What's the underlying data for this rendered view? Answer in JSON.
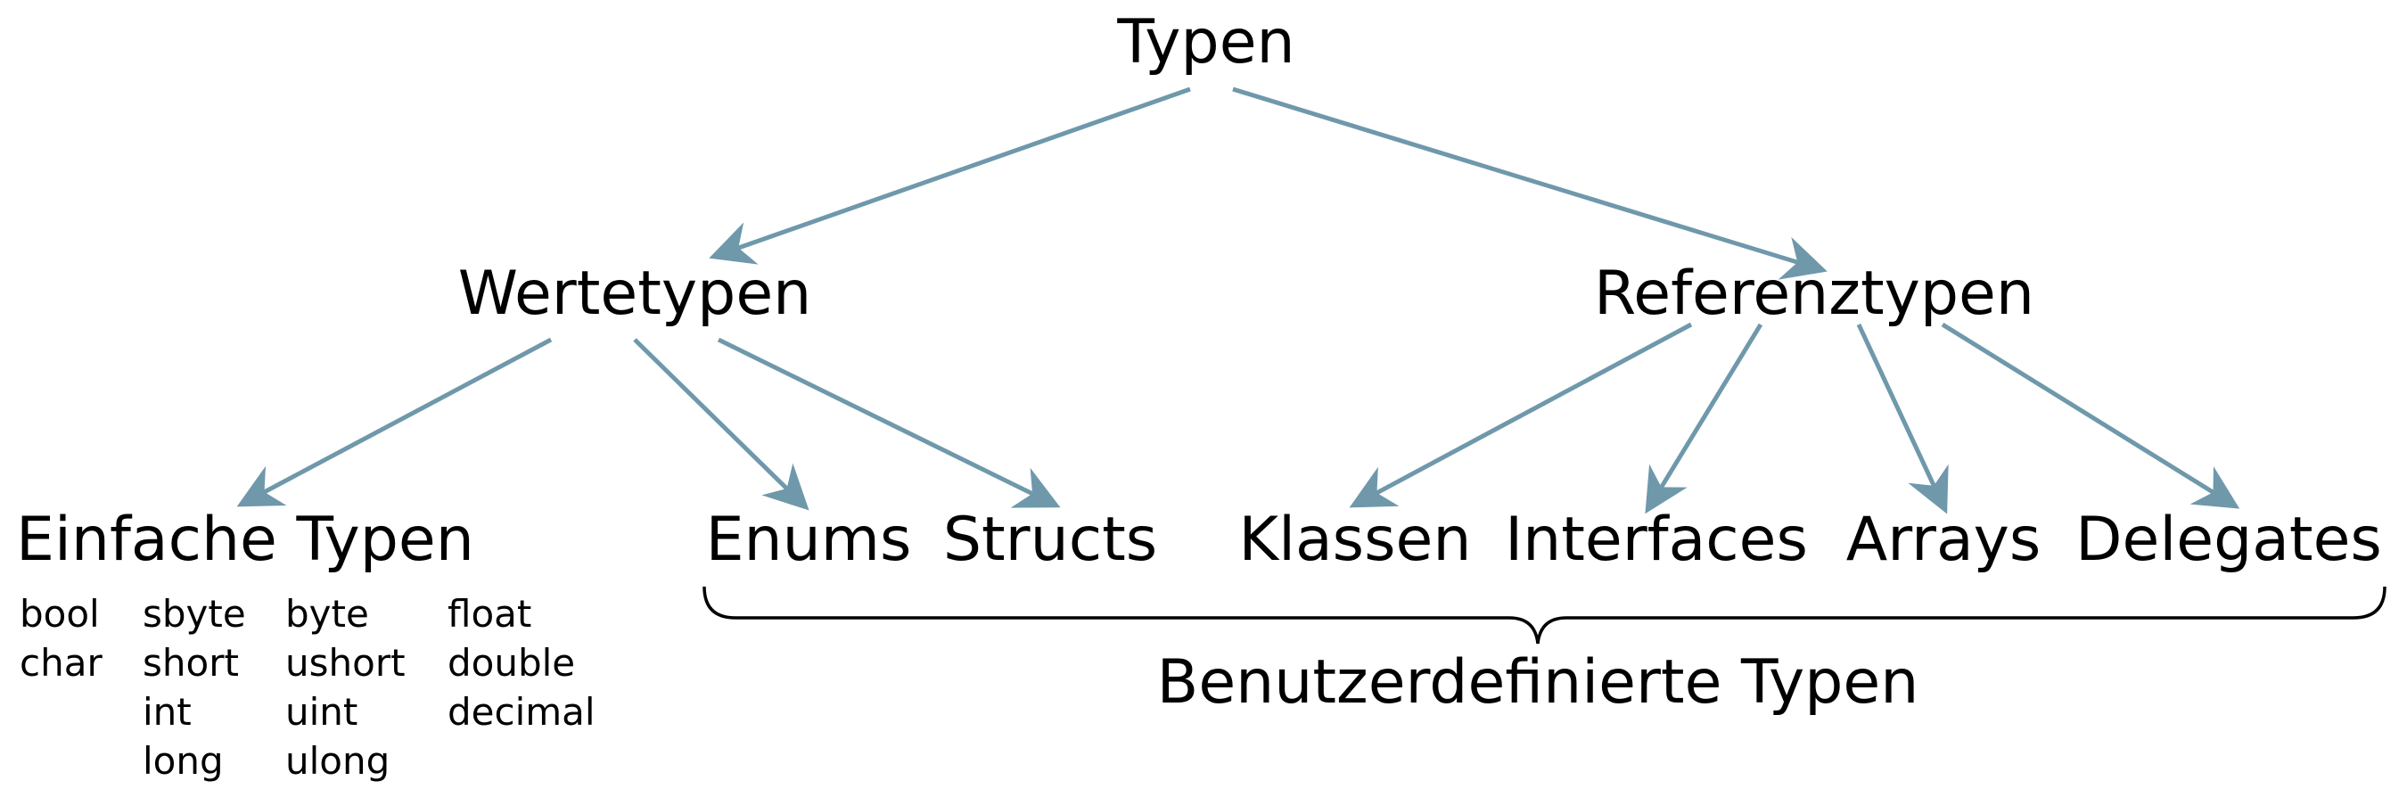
{
  "colors": {
    "edge": "#6f98ab",
    "text": "#000000",
    "brace": "#000000"
  },
  "nodes": {
    "root": "Typen",
    "value_types": "Wertetypen",
    "reference_types": "Referenztypen",
    "simple_types": "Einfache Typen",
    "enums": "Enums",
    "structs": "Structs",
    "classes": "Klassen",
    "interfaces": "Interfaces",
    "arrays": "Arrays",
    "delegates": "Delegates"
  },
  "simple_type_columns": [
    [
      "bool",
      "char"
    ],
    [
      "sbyte",
      "short",
      "int",
      "long"
    ],
    [
      "byte",
      "ushort",
      "uint",
      "ulong"
    ],
    [
      "float",
      "double",
      "decimal"
    ]
  ],
  "brace_label": "Benutzerdefinierte Typen"
}
